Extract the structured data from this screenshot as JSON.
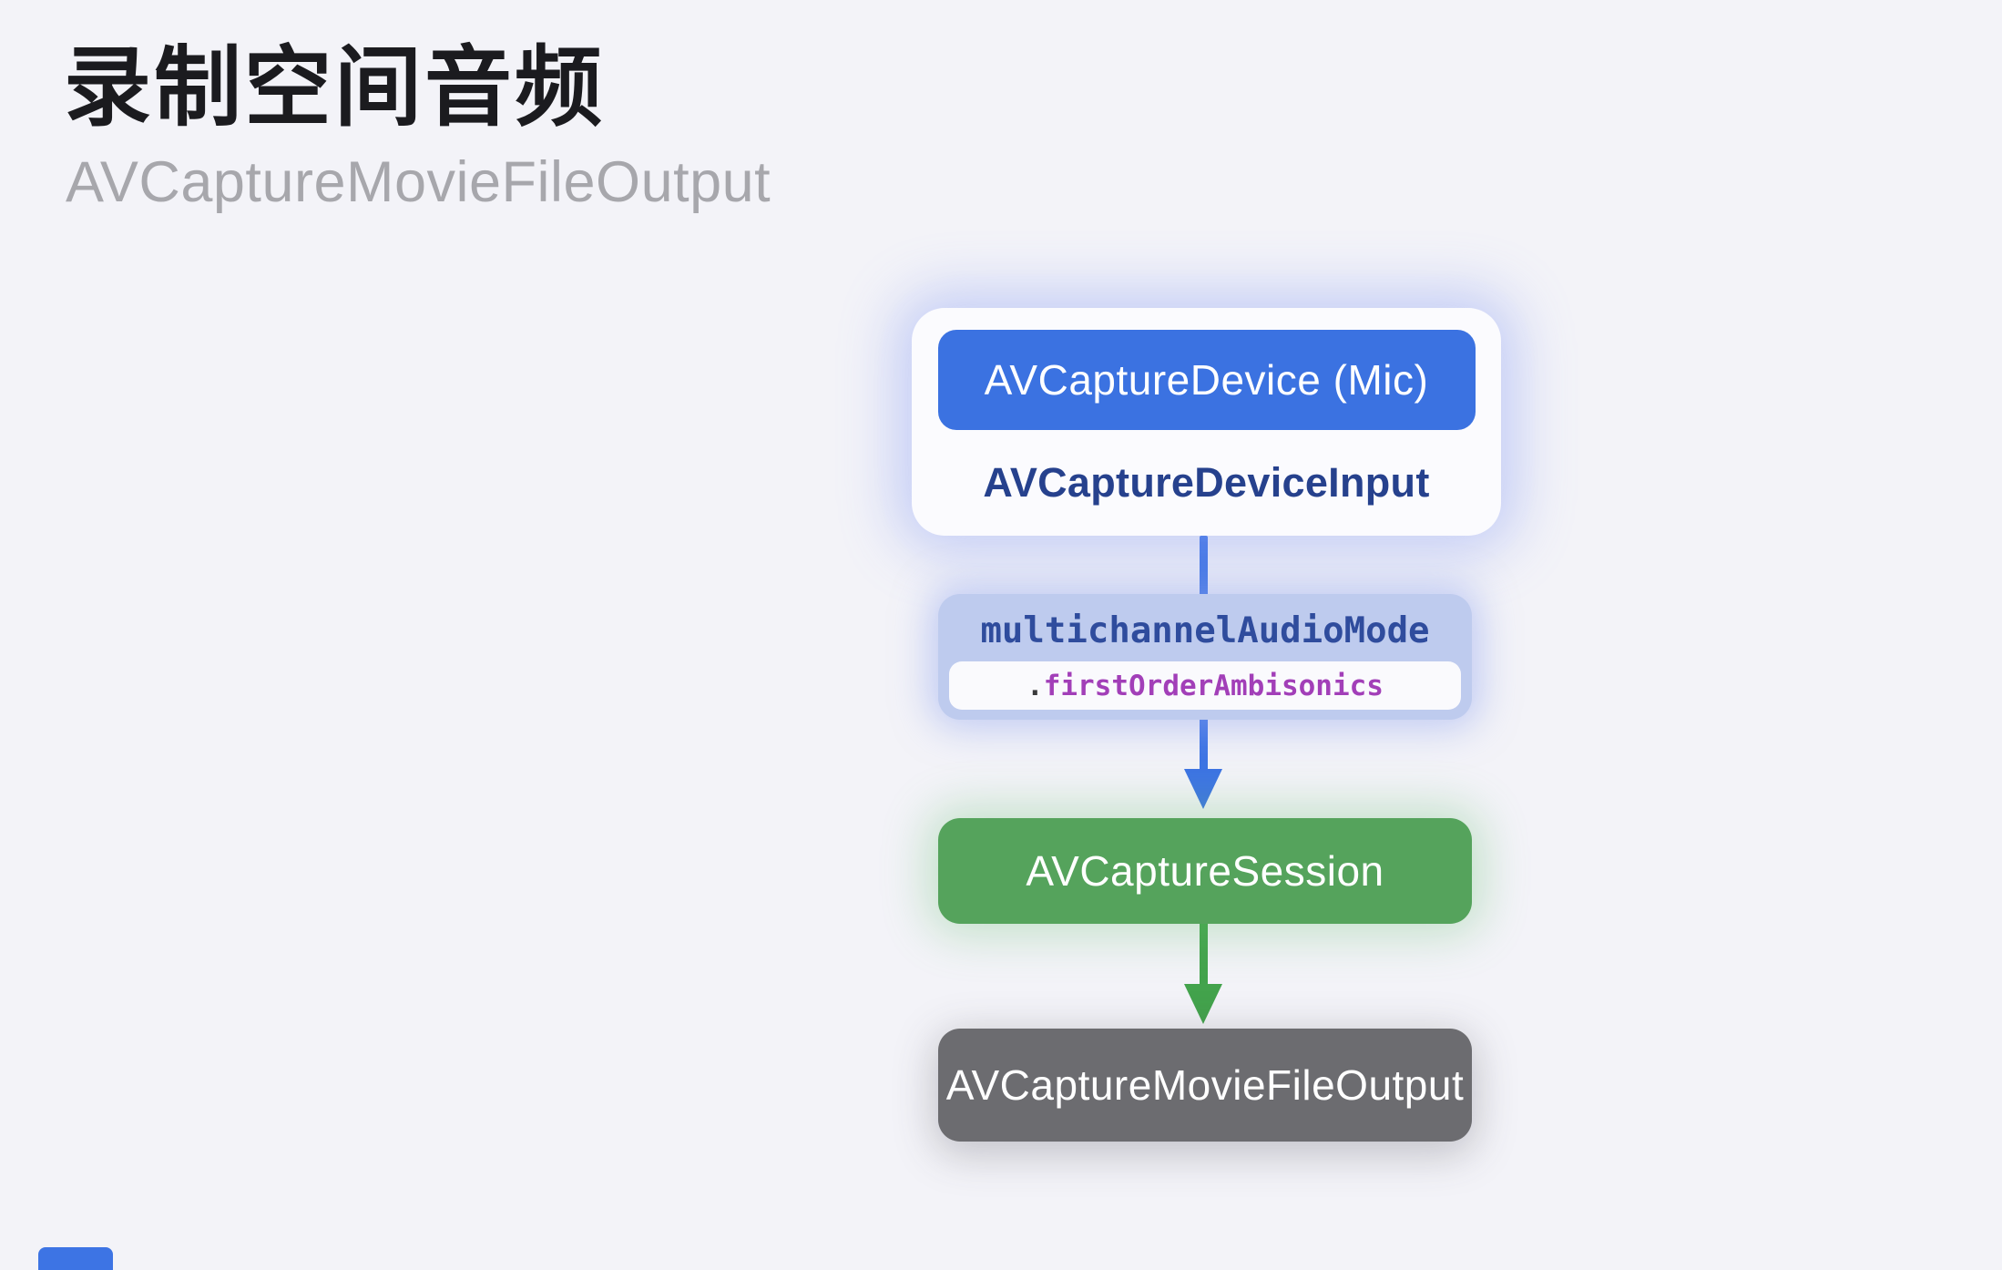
{
  "header": {
    "title": "录制空间音频",
    "subtitle": "AVCaptureMovieFileOutput"
  },
  "diagram": {
    "device_node": "AVCaptureDevice (Mic)",
    "device_input_label": "AVCaptureDeviceInput",
    "mode_property": "multichannelAudioMode",
    "mode_value_dot": ".",
    "mode_value": "firstOrderAmbisonics",
    "session_node": "AVCaptureSession",
    "output_node": "AVCaptureMovieFileOutput"
  },
  "colors": {
    "background": "#F3F3F8",
    "accent_blue": "#3B72E1",
    "arrow_blue": "#3D74E4",
    "accent_green": "#55A35C",
    "arrow_green": "#43A34C",
    "accent_gray": "#6C6C70",
    "card_bg": "#FBFBFE",
    "periwinkle": "#BECBEE",
    "value_pill_bg": "#FAFAFD",
    "navy_text": "#26418D",
    "mono_blue_text": "#2F4C9D",
    "purple_text": "#A23FB8",
    "dot_text": "#3A3A3C",
    "title_text": "#1B1B1F",
    "subtitle_gray": "#A7A7AC"
  }
}
